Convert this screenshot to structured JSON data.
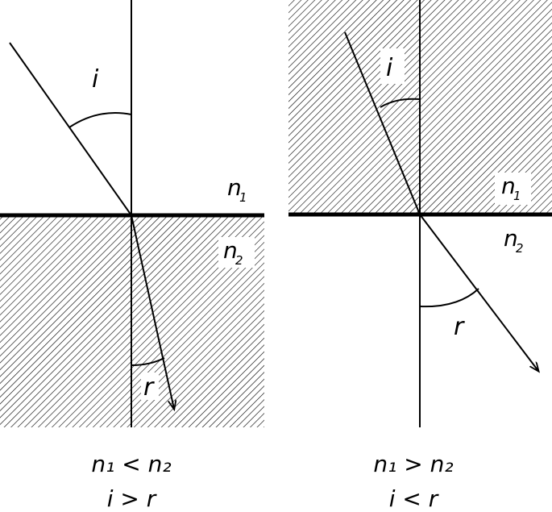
{
  "left_diagram": {
    "medium_top": "n",
    "medium_top_sub": "1",
    "medium_bottom": "n",
    "medium_bottom_sub": "2",
    "angle_incidence": "i",
    "angle_refraction": "r",
    "caption_line1": "n₁ < n₂",
    "caption_line2": "i > r"
  },
  "right_diagram": {
    "medium_top": "n",
    "medium_top_sub": "1",
    "medium_bottom": "n",
    "medium_bottom_sub": "2",
    "angle_incidence": "i",
    "angle_refraction": "r",
    "caption_line1": "n₁ > n₂",
    "caption_line2": "i < r"
  },
  "colors": {
    "ink": "#000000",
    "background": "#ffffff",
    "label_box": "#ffffff"
  }
}
